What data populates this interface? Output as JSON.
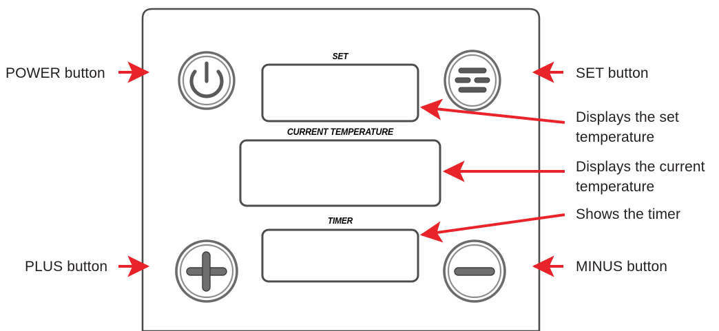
{
  "diagram": {
    "title": "Control panel callout diagram",
    "panel": {
      "name": "control-panel",
      "outline_color": "#4d4d4d",
      "background": "#ffffff"
    },
    "accent_color": "#e8242a",
    "text_color": "#231f20"
  },
  "face_labels": {
    "set": "SET",
    "current_temperature": "CURRENT TEMPERATURE",
    "timer": "TIMER"
  },
  "controls": [
    {
      "id": "power",
      "icon": "power-icon",
      "label": "POWER button",
      "side": "left"
    },
    {
      "id": "set",
      "icon": "set-icon",
      "label": "SET button",
      "side": "right"
    },
    {
      "id": "plus",
      "icon": "plus-icon",
      "label": "PLUS button",
      "side": "left"
    },
    {
      "id": "minus",
      "icon": "minus-icon",
      "label": "MINUS button",
      "side": "right"
    }
  ],
  "displays": [
    {
      "id": "set-display",
      "label": "SET",
      "annotation": "Displays the set temperature"
    },
    {
      "id": "current-display",
      "label": "CURRENT TEMPERATURE",
      "annotation": "Displays the current temperature"
    },
    {
      "id": "timer-display",
      "label": "TIMER",
      "annotation": "Shows the timer"
    }
  ],
  "callouts": {
    "power": "POWER button",
    "set": "SET button",
    "plus": "PLUS button",
    "minus": "MINUS button",
    "set_display": "Displays the set temperature",
    "current_display": "Displays the current temperature",
    "timer_display": "Shows the timer"
  }
}
